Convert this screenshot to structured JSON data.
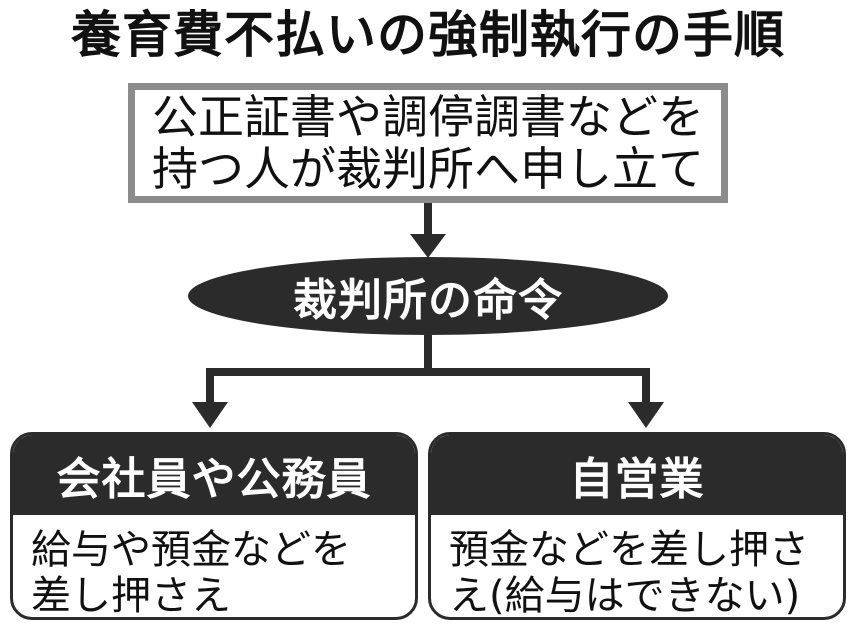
{
  "title": "養育費不払いの強制執行の手順",
  "start": {
    "line1": "公正証書や調停調書などを",
    "line2": "持つ人が裁判所へ申し立て"
  },
  "decision": {
    "label": "裁判所の命令"
  },
  "branches": [
    {
      "header": "会社員や公務員",
      "line1": "給与や預金などを",
      "line2": "差し押さえ"
    },
    {
      "header": "自営業",
      "line1": "預金などを差し押さ",
      "line2": "え(給与はできない)"
    }
  ],
  "colors": {
    "dark": "#2b2b2b",
    "frame": "#8c8c8c",
    "background": "#ffffff"
  }
}
